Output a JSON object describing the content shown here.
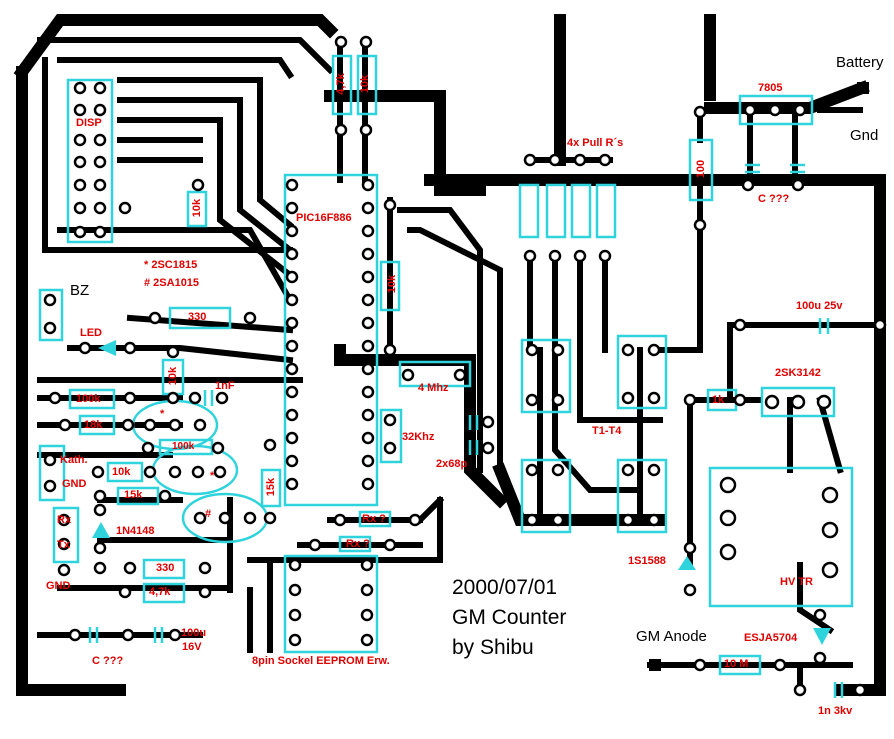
{
  "title": {
    "date": "2000/07/01",
    "name": "GM Counter",
    "author": "by Shibu"
  },
  "connectors": {
    "battery": "Battery",
    "gnd": "Gnd",
    "gm_anode": "GM Anode",
    "bz": "BZ"
  },
  "components": {
    "regulator": "7805",
    "pullups": "4x Pull R´s",
    "r100": "100",
    "c_reg": "C ???",
    "r4k7_top": "4,7k",
    "r10k_top": "10k",
    "mcu": "PIC16F886",
    "r10k_right": "10k",
    "disp": "DISP",
    "r10k_disp": "10k",
    "trans_npn": "* 2SC1815",
    "trans_pnp": "# 2SA1015",
    "r330": "330",
    "led": "LED",
    "r10k_mid": "10k",
    "c1nf": "1nF",
    "r100k_a": "100k",
    "r18k": "18k",
    "r100k_b": "100k",
    "star_a": "*",
    "star_b": "*",
    "hash": "#",
    "kath": "Kath.",
    "gnd_a": "GND",
    "r10k_low": "10k",
    "r15k_a": "15k",
    "r15k_b": "15k",
    "rx": "Rx",
    "tx": "Tx",
    "diode1": "1N4148",
    "gnd_b": "GND",
    "r330_b": "330",
    "r4k7_b": "4,7k",
    "c100u_a": "100u",
    "c16v": "16V",
    "c_bottom": "C ???",
    "eeprom": "8pin Sockel EEPROM Erw.",
    "rx_q1": "Rx ?",
    "rx_q2": "Rx ?",
    "xtal4": "4 Mhz",
    "xtal32": "32Khz",
    "c2x68p": "2x68p",
    "t1t4": "T1-T4",
    "c100u25": "100u 25v",
    "fet": "2SK3142",
    "r1k": "1k",
    "diode_zener": "1S1588",
    "hvtr": "HV TR",
    "esja": "ESJA5704",
    "r10m": "10 M",
    "c1n3kv": "1n 3kv"
  },
  "colors": {
    "trace": "#000000",
    "silkscreen": "#2fd3dc",
    "label": "#e00000"
  }
}
